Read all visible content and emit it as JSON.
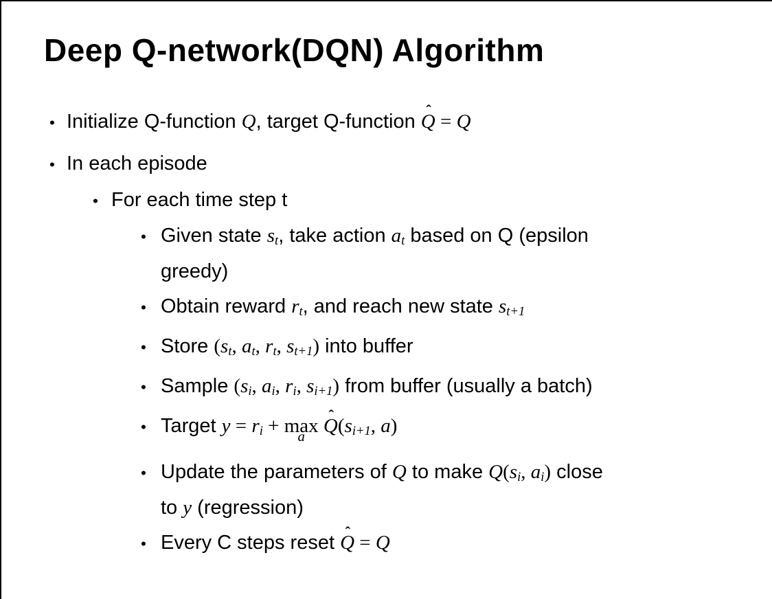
{
  "slide": {
    "title": "Deep Q-network(DQN) Algorithm",
    "colors": {
      "text": "#000000",
      "background": "#ffffff",
      "border": "#000000"
    },
    "glyphs": {
      "bullet": "•",
      "hat": "ˆ"
    },
    "lines": [
      {
        "indent": 1,
        "bullet": true,
        "segments": [
          {
            "s": "n",
            "t": "Initialize Q-function "
          },
          {
            "s": "i",
            "t": "Q"
          },
          {
            "s": "n",
            "t": ", target Q-function "
          },
          {
            "s": "hat",
            "t": "Q"
          },
          {
            "s": "m",
            "t": " = "
          },
          {
            "s": "i",
            "t": "Q"
          }
        ]
      },
      {
        "indent": 1,
        "bullet": true,
        "segments": [
          {
            "s": "n",
            "t": "In each episode"
          }
        ]
      },
      {
        "indent": 2,
        "bullet": true,
        "segments": [
          {
            "s": "n",
            "t": "For each time step t"
          }
        ]
      },
      {
        "indent": 3,
        "bullet": true,
        "segments": [
          {
            "s": "n",
            "t": "Given state "
          },
          {
            "s": "i",
            "t": "s"
          },
          {
            "s": "si",
            "t": "t"
          },
          {
            "s": "n",
            "t": ", take action "
          },
          {
            "s": "i",
            "t": "a"
          },
          {
            "s": "si",
            "t": "t"
          },
          {
            "s": "n",
            "t": " based on Q (epsilon"
          }
        ]
      },
      {
        "indent": 3,
        "bullet": false,
        "segments": [
          {
            "s": "n",
            "t": "greedy)"
          }
        ]
      },
      {
        "indent": 3,
        "bullet": true,
        "segments": [
          {
            "s": "n",
            "t": "Obtain reward "
          },
          {
            "s": "i",
            "t": "r"
          },
          {
            "s": "si",
            "t": "t"
          },
          {
            "s": "n",
            "t": ", and reach new state "
          },
          {
            "s": "i",
            "t": "s"
          },
          {
            "s": "si",
            "t": "t+1"
          }
        ]
      },
      {
        "indent": 3,
        "bullet": true,
        "segments": [
          {
            "s": "n",
            "t": "Store "
          },
          {
            "s": "m",
            "t": "("
          },
          {
            "s": "i",
            "t": "s"
          },
          {
            "s": "si",
            "t": "t"
          },
          {
            "s": "m",
            "t": ", "
          },
          {
            "s": "i",
            "t": "a"
          },
          {
            "s": "si",
            "t": "t"
          },
          {
            "s": "m",
            "t": ", "
          },
          {
            "s": "i",
            "t": "r"
          },
          {
            "s": "si",
            "t": "t"
          },
          {
            "s": "m",
            "t": ", "
          },
          {
            "s": "i",
            "t": "s"
          },
          {
            "s": "si",
            "t": "t+1"
          },
          {
            "s": "m",
            "t": ")"
          },
          {
            "s": "n",
            "t": " into buffer"
          }
        ]
      },
      {
        "indent": 3,
        "bullet": true,
        "segments": [
          {
            "s": "n",
            "t": "Sample "
          },
          {
            "s": "m",
            "t": "("
          },
          {
            "s": "i",
            "t": "s"
          },
          {
            "s": "si",
            "t": "i"
          },
          {
            "s": "m",
            "t": ", "
          },
          {
            "s": "i",
            "t": "a"
          },
          {
            "s": "si",
            "t": "i"
          },
          {
            "s": "m",
            "t": ", "
          },
          {
            "s": "i",
            "t": "r"
          },
          {
            "s": "si",
            "t": "i"
          },
          {
            "s": "m",
            "t": ", "
          },
          {
            "s": "i",
            "t": "s"
          },
          {
            "s": "si",
            "t": "i+1"
          },
          {
            "s": "m",
            "t": ")"
          },
          {
            "s": "n",
            "t": " from buffer (usually a batch)"
          }
        ]
      },
      {
        "indent": 3,
        "bullet": true,
        "segments": [
          {
            "s": "n",
            "t": "Target "
          },
          {
            "s": "i",
            "t": "y"
          },
          {
            "s": "m",
            "t": " = "
          },
          {
            "s": "i",
            "t": "r"
          },
          {
            "s": "si",
            "t": "i"
          },
          {
            "s": "m",
            "t": " + "
          },
          {
            "s": "munder",
            "t": "max",
            "u": "a"
          },
          {
            "s": "m",
            "t": " "
          },
          {
            "s": "hat",
            "t": "Q"
          },
          {
            "s": "m",
            "t": "("
          },
          {
            "s": "i",
            "t": "s"
          },
          {
            "s": "si",
            "t": "i+1"
          },
          {
            "s": "m",
            "t": ", "
          },
          {
            "s": "i",
            "t": "a"
          },
          {
            "s": "m",
            "t": ")"
          }
        ]
      },
      {
        "indent": 3,
        "bullet": true,
        "segments": [
          {
            "s": "n",
            "t": "Update the parameters of "
          },
          {
            "s": "i",
            "t": "Q"
          },
          {
            "s": "n",
            "t": " to make "
          },
          {
            "s": "i",
            "t": "Q"
          },
          {
            "s": "m",
            "t": "("
          },
          {
            "s": "i",
            "t": "s"
          },
          {
            "s": "si",
            "t": "i"
          },
          {
            "s": "m",
            "t": ", "
          },
          {
            "s": "i",
            "t": "a"
          },
          {
            "s": "si",
            "t": "i"
          },
          {
            "s": "m",
            "t": ")"
          },
          {
            "s": "n",
            "t": " close"
          }
        ]
      },
      {
        "indent": 3,
        "bullet": false,
        "segments": [
          {
            "s": "n",
            "t": "to "
          },
          {
            "s": "i",
            "t": "y"
          },
          {
            "s": "n",
            "t": " (regression)"
          }
        ]
      },
      {
        "indent": 3,
        "bullet": true,
        "segments": [
          {
            "s": "n",
            "t": "Every C steps reset "
          },
          {
            "s": "hat",
            "t": "Q"
          },
          {
            "s": "m",
            "t": " = "
          },
          {
            "s": "i",
            "t": "Q"
          }
        ]
      }
    ]
  }
}
